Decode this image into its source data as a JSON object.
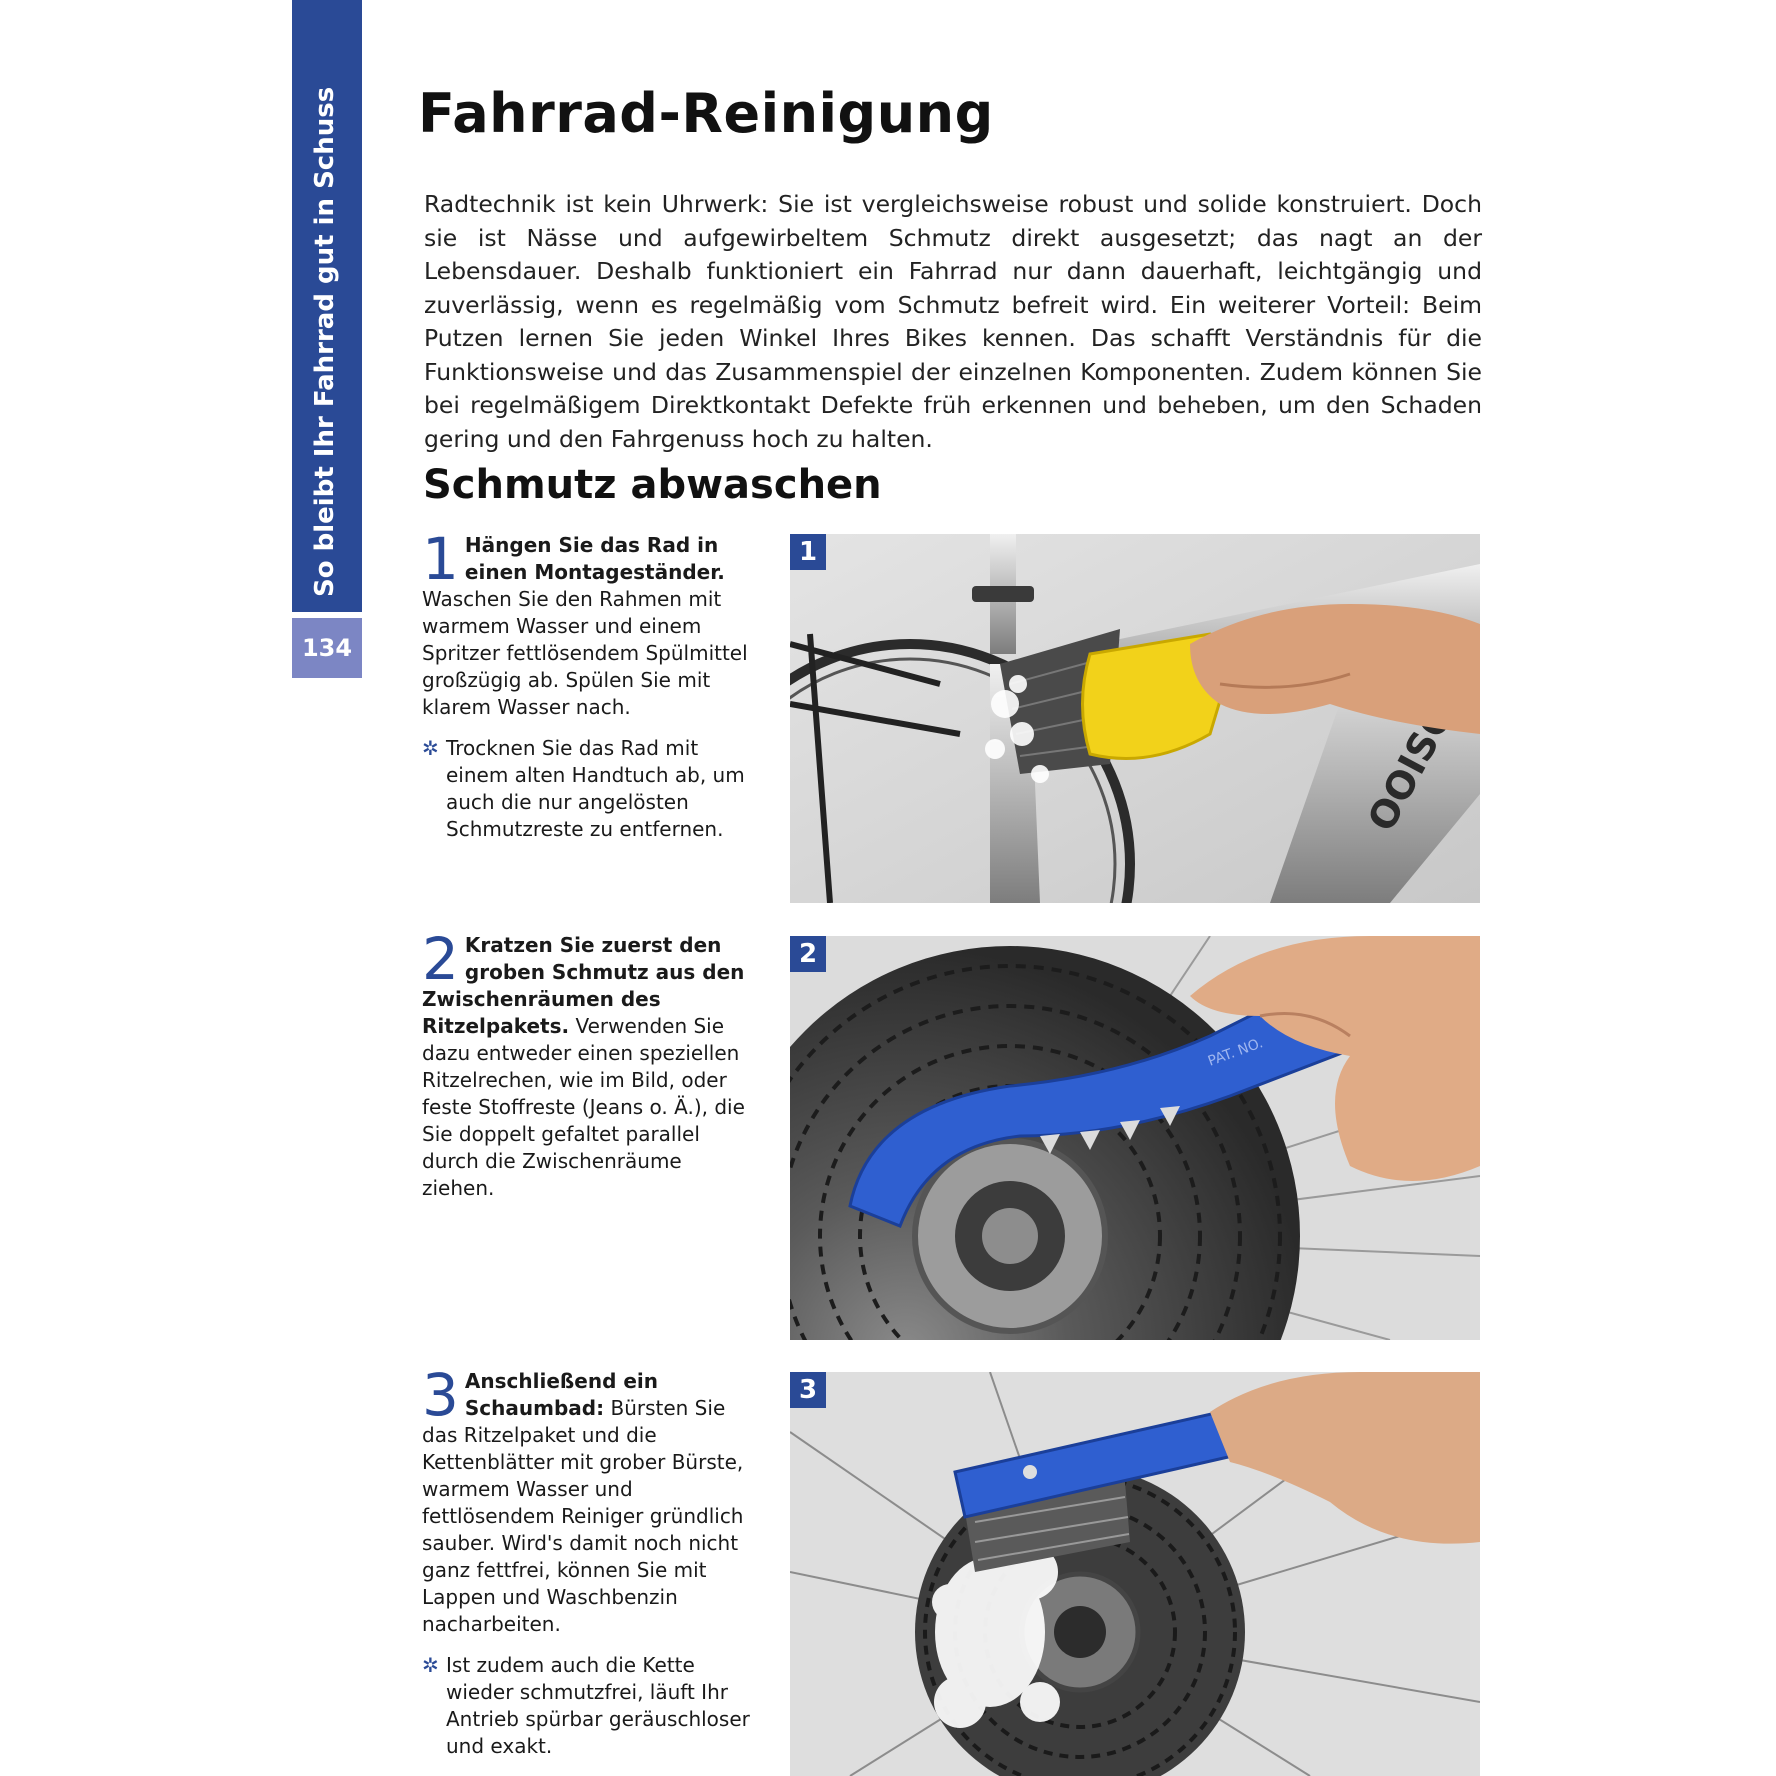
{
  "sidebar": {
    "section": "So bleibt Ihr Fahrrad gut in Schuss",
    "page_number": "134"
  },
  "title": "Fahrrad-Reinigung",
  "intro": "Radtechnik ist kein Uhrwerk: Sie ist vergleichsweise robust und solide konstruiert. Doch sie ist Nässe und aufgewirbeltem Schmutz direkt ausgesetzt; das nagt an der Lebensdauer. Deshalb funktioniert ein Fahrrad nur dann dauerhaft, leichtgängig und zuverlässig, wenn es regelmäßig vom Schmutz befreit wird. Ein weiterer Vorteil: Beim Putzen lernen Sie jeden Winkel Ihres Bikes kennen. Das schafft Verständnis für die Funktionsweise und das Zusammenspiel der einzelnen Komponenten. Zudem können Sie bei regelmäßigem Direktkontakt Defekte früh erkennen und beheben, um den Schaden gering und den Fahrgenuss hoch zu halten.",
  "section_title": "Schmutz abwaschen",
  "steps": [
    {
      "number": "1",
      "bold": "Hängen Sie das Rad in einen Montageständer.",
      "text": " Waschen Sie den Rahmen mit warmem Wasser und einem Spritzer fettlösendem Spülmittel großzügig ab. Spülen Sie mit klarem Wasser nach.",
      "tip": "Trocknen Sie das Rad mit einem alten Handtuch ab, um auch die nur angelösten Schmutzreste zu entfernen.",
      "badge": "1",
      "frame_text": "OOISON"
    },
    {
      "number": "2",
      "bold": "Kratzen Sie zuerst den groben Schmutz aus den Zwischenräumen des Ritzelpakets.",
      "text": " Verwenden Sie dazu entweder einen speziellen Ritzelrechen, wie im Bild, oder feste Stoffreste (Jeans o. Ä.), die Sie doppelt gefaltet parallel durch die Zwischenräume ziehen.",
      "badge": "2"
    },
    {
      "number": "3",
      "bold": "Anschließend ein Schaumbad:",
      "text": " Bürsten Sie das Ritzelpaket und die Kettenblätter mit grober Bürste, warmem Wasser und fettlösendem Reiniger gründlich sauber. Wird's damit noch nicht ganz fettfrei, können Sie mit Lappen und Waschbenzin nacharbeiten.",
      "tip": "Ist zudem auch die Kette wieder schmutzfrei, läuft Ihr Antrieb spürbar geräuschloser und exakt.",
      "badge": "3"
    }
  ],
  "colors": {
    "accent": "#2a4a96",
    "page_box": "#7c86c4",
    "tool_blue": "#2f5fd0",
    "brush_yellow": "#f2d21a"
  }
}
